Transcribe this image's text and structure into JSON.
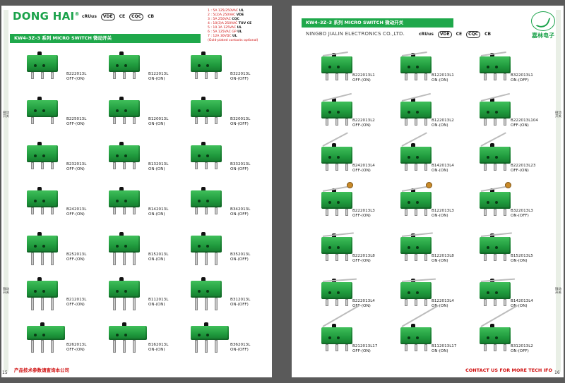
{
  "left": {
    "logo": "DONG HAI",
    "logo_mark": "®",
    "certs": [
      "cRUus",
      "VDE",
      "CE",
      "CQC",
      "CB"
    ],
    "ratings": [
      {
        "text": "1 : 5A 125/250VAC",
        "mark": "UL"
      },
      {
        "text": "2 : 5(2)A 250VAC",
        "mark": "VDE"
      },
      {
        "text": "3 : 5A 250VAC",
        "mark": "CQC"
      },
      {
        "text": "4 : 10(3)A 250VAC",
        "mark": "TUV CE"
      },
      {
        "text": "5 : 10.1A 125VAC",
        "mark": "UL"
      },
      {
        "text": "6 : 5A 125VAC GP",
        "mark": "UL"
      },
      {
        "text": "7 : 12A 30VDC",
        "mark": "UL"
      },
      {
        "text": "(Gold-plated contacts optional)",
        "mark": ""
      }
    ],
    "series": "KW4–3Z–3 系列    MICRO SWITCH    微动开关",
    "footer": "产品技术参数请查询本公司",
    "page_number": "15",
    "gutter_text_a": "微动开关",
    "gutter_text_b": "微动开关",
    "items": [
      {
        "code": "B222013L",
        "state": "OFF-(ON)"
      },
      {
        "code": "B122013L",
        "state": "ON-(ON)"
      },
      {
        "code": "B322013L",
        "state": "ON-(OFF)"
      },
      {
        "code": "B225013L",
        "state": "OFF-(ON)"
      },
      {
        "code": "B120013L",
        "state": "ON-(ON)"
      },
      {
        "code": "B320013L",
        "state": "ON-(OFF)"
      },
      {
        "code": "B232013L",
        "state": "OFF-(ON)"
      },
      {
        "code": "B132013L",
        "state": "ON-(ON)"
      },
      {
        "code": "B332013L",
        "state": "ON-(OFF)"
      },
      {
        "code": "B242013L",
        "state": "OFF-(ON)"
      },
      {
        "code": "B142013L",
        "state": "ON-(ON)"
      },
      {
        "code": "B342013L",
        "state": "ON-(OFF)"
      },
      {
        "code": "B252013L",
        "state": "OFF-(ON)"
      },
      {
        "code": "B152013L",
        "state": "ON-(ON)"
      },
      {
        "code": "B352013L",
        "state": "ON-(OFF)"
      },
      {
        "code": "B212013L",
        "state": "OFF-(ON)"
      },
      {
        "code": "B112013L",
        "state": "ON-(ON)"
      },
      {
        "code": "B312013L",
        "state": "ON-(OFF)"
      },
      {
        "code": "B262013L",
        "state": "OFF-(ON)"
      },
      {
        "code": "B162013L",
        "state": "ON-(ON)"
      },
      {
        "code": "B362013L",
        "state": "ON-(OFF)"
      }
    ]
  },
  "right": {
    "series": "KW4–3Z–3 系列    MICRO SWITCH    微动开关",
    "company": "NINGBO JIALIN ELECTRONICS CO.,LTD.",
    "certs": [
      "cRUus",
      "VDE",
      "CE",
      "CQC",
      "CB"
    ],
    "brand": "嘉林电子",
    "footer": "CONTACT US FOR MORE TECH IFO",
    "page_number": "16",
    "gutter_text_a": "微动开关",
    "gutter_text_b": "微动开关",
    "items": [
      {
        "code": "B222013L1",
        "state": "OFF-(ON)"
      },
      {
        "code": "B122013L1",
        "state": "ON-(ON)"
      },
      {
        "code": "B322013L1",
        "state": "ON-(OFF)"
      },
      {
        "code": "B222013L2",
        "state": "OFF-(ON)"
      },
      {
        "code": "B122013L2",
        "state": "ON-(ON)"
      },
      {
        "code": "B222013L104",
        "state": "OFF-(ON)"
      },
      {
        "code": "B242013L4",
        "state": "OFF-(ON)"
      },
      {
        "code": "B142013L4",
        "state": "ON-(ON)"
      },
      {
        "code": "B222013L23",
        "state": "OFF-(ON)"
      },
      {
        "code": "B222013L3",
        "state": "OFF-(ON)"
      },
      {
        "code": "B122013L3",
        "state": "ON-(ON)"
      },
      {
        "code": "B322013L3",
        "state": "ON-(OFF)"
      },
      {
        "code": "B222013L8",
        "state": "OFF-(ON)"
      },
      {
        "code": "B122013L8",
        "state": "ON-(ON)"
      },
      {
        "code": "B152013L5",
        "state": "ON-(ON)"
      },
      {
        "code": "B222013L4",
        "state": "OFF-(ON)"
      },
      {
        "code": "B122013L4",
        "state": "ON-(ON)"
      },
      {
        "code": "B142013L4",
        "state": "ON-(ON)"
      },
      {
        "code": "B212013L17",
        "state": "OFF-(ON)"
      },
      {
        "code": "B112013L17",
        "state": "ON-(ON)"
      },
      {
        "code": "B312013L2",
        "state": "ON-(OFF)"
      }
    ]
  }
}
